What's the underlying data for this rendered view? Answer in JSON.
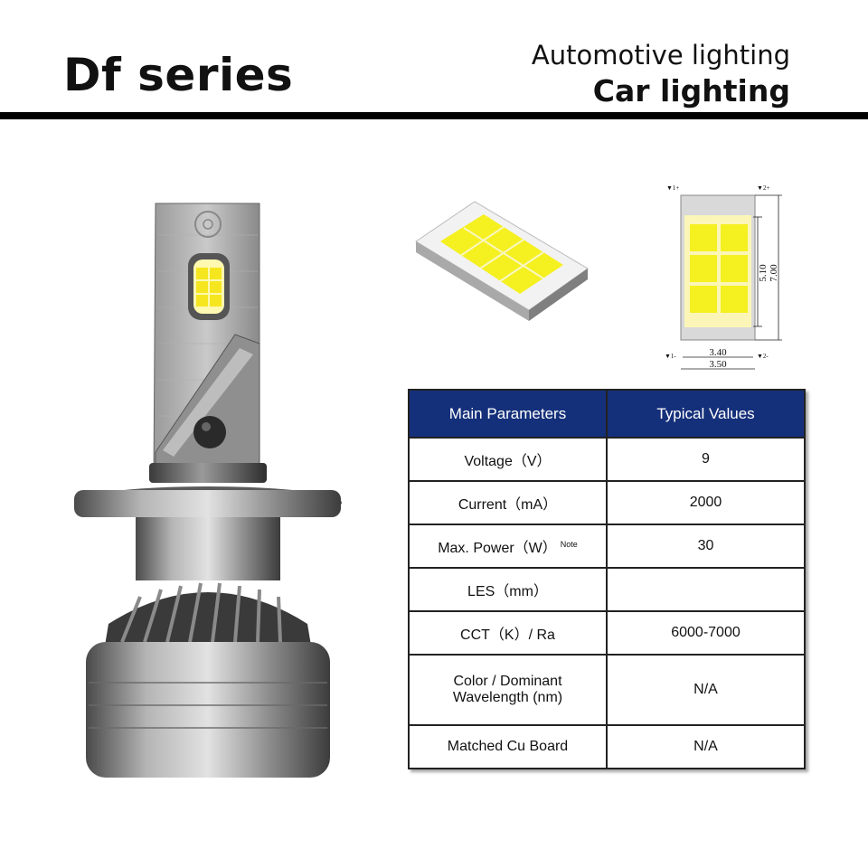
{
  "header": {
    "title": "Df series",
    "subtitle_line1": "Automotive lighting",
    "subtitle_line2": "Car lighting"
  },
  "diagram": {
    "corner_top_left": "▼1+",
    "corner_top_right": "▼2+",
    "corner_bottom_left": "▼1-",
    "corner_bottom_right": "▼2-",
    "inner_width": "3.40",
    "outer_width": "3.50",
    "inner_height": "5.10",
    "outer_height": "7.00"
  },
  "table": {
    "headers": [
      "Main Parameters",
      "Typical Values"
    ],
    "rows": [
      {
        "param": "Voltage（V）",
        "value": "9"
      },
      {
        "param": "Current（mA）",
        "value": "2000"
      },
      {
        "param": "Max. Power（W）",
        "note": "Note",
        "value": "30"
      },
      {
        "param": "LES（mm）",
        "value": ""
      },
      {
        "param": "CCT（K）/ Ra",
        "value": "6000-7000"
      },
      {
        "param": "Color / Dominant Wavelength (nm)",
        "value": "N/A"
      },
      {
        "param": "Matched Cu Board",
        "value": "N/A"
      }
    ]
  },
  "colors": {
    "header_blue": "#15307a",
    "led_yellow": "#f5f020",
    "metal_gray": "#7a7a7a"
  }
}
